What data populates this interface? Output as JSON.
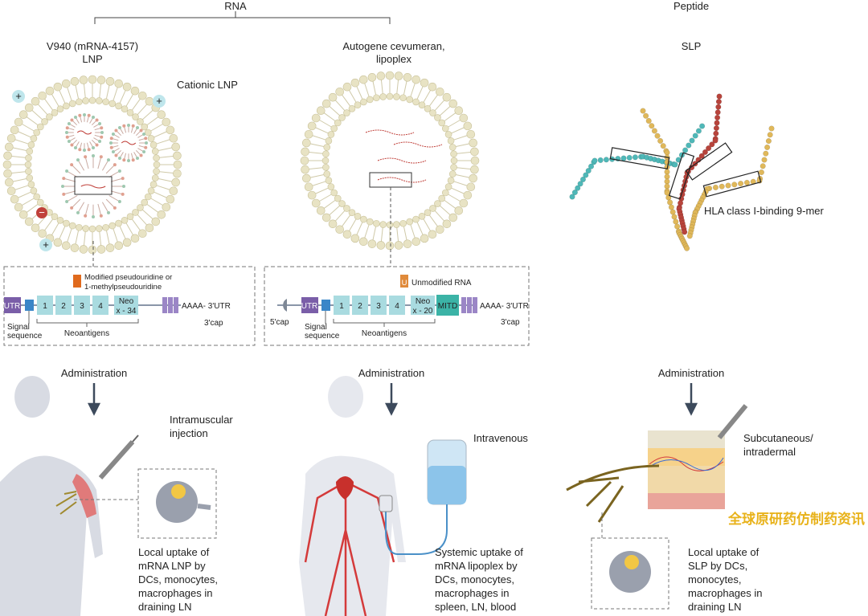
{
  "header": {
    "rna": "RNA",
    "peptide": "Peptide"
  },
  "columns": [
    {
      "title_line1": "V940 (mRNA-4157)",
      "title_line2": "LNP",
      "particle_label": "Cationic LNP",
      "construct": {
        "modification_line1": "Modified pseudouridine or",
        "modification_line2": "1-methylpseudouridine",
        "utr": "UTR",
        "segments": [
          "1",
          "2",
          "3",
          "4"
        ],
        "neo_line1": "Neo",
        "neo_line2": "x - 34",
        "tail": "AAAA- 3'UTR",
        "cap3": "3'cap",
        "signal_line1": "Signal",
        "signal_line2": "sequence",
        "neoantigens": "Neoantigens"
      },
      "administration": "Administration",
      "route_line1": "Intramuscular",
      "route_line2": "injection",
      "uptake": [
        "Local uptake of",
        "mRNA LNP by",
        "DCs, monocytes,",
        "macrophages in",
        "draining LN"
      ]
    },
    {
      "title_line1": "Autogene cevumeran,",
      "title_line2": "lipoplex",
      "construct": {
        "modification": "Unmodified RNA",
        "u_glyph": "U",
        "cap5": "5'cap",
        "utr": "UTR",
        "segments": [
          "1",
          "2",
          "3",
          "4"
        ],
        "neo_line1": "Neo",
        "neo_line2": "x - 20",
        "mitd": "MITD",
        "tail": "AAAA- 3'UTR",
        "cap3": "3'cap",
        "signal_line1": "Signal",
        "signal_line2": "sequence",
        "neoantigens": "Neoantigens"
      },
      "administration": "Administration",
      "route_line1": "Intravenous",
      "uptake": [
        "Systemic uptake of",
        "mRNA lipoplex by",
        "DCs, monocytes,",
        "macrophages in",
        "spleen, LN, blood"
      ]
    },
    {
      "title_line1": "SLP",
      "peptide_label": "HLA class I-binding 9-mer",
      "administration": "Administration",
      "route_line1": "Subcutaneous/",
      "route_line2": "intradermal",
      "uptake": [
        "Local uptake of",
        "SLP by DCs,",
        "monocytes,",
        "macrophages in",
        "draining LN"
      ]
    }
  ],
  "watermark": "全球原研药仿制药资讯",
  "colors": {
    "lipid": "#e8e3c4",
    "utr": "#7a5ea8",
    "segment": "#a9dbe0",
    "mitd": "#3bb3a6",
    "vessel": "#d43a3a",
    "body": "#d8dbe3",
    "arrow": "#3d4a5c"
  }
}
